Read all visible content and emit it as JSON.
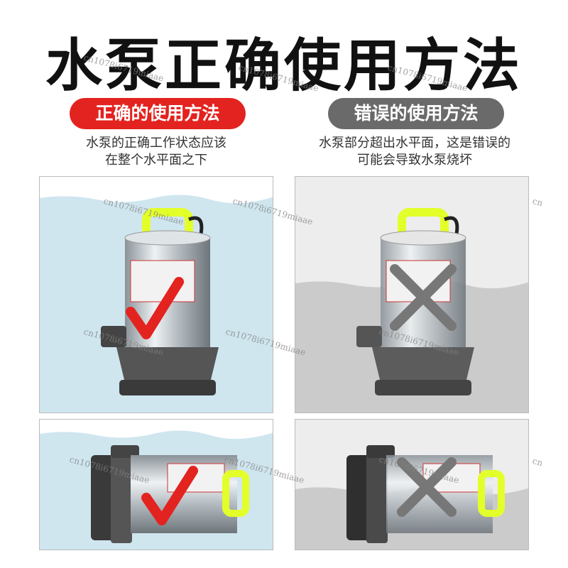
{
  "title": "水泵正确使用方法",
  "correct": {
    "label": "正确的使用方法",
    "desc_line1": "水泵的正确工作状态应该",
    "desc_line2": "在整个水平面之下"
  },
  "wrong": {
    "label": "错误的使用方法",
    "desc_line1": "水泵部分超出水平面，这是错误的",
    "desc_line2": "可能会导致水泵烧坏"
  },
  "watermark": "cn1078i6719miaae",
  "watermark_short": "cn",
  "colors": {
    "red": "#e3231f",
    "grey_pill": "#6a6a6a",
    "water_blue": "#cfe6ef",
    "water_grey": "#cbcbcb",
    "handle_yellow": "#e3ff2a"
  }
}
